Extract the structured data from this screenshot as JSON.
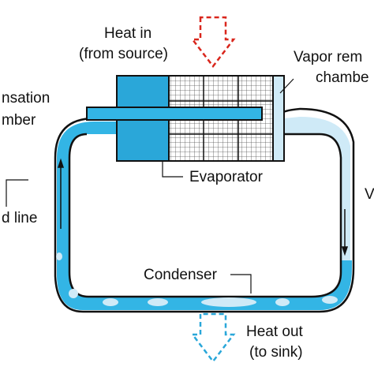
{
  "labels": {
    "heat_in_line1": "Heat in",
    "heat_in_line2": "(from source)",
    "vapor_line1": "Vapor rem",
    "vapor_line2": "chambe",
    "compensation_line1": "nsation",
    "compensation_line2": "mber",
    "evaporator": "Evaporator",
    "liquid_line": "d line",
    "vapor_line_side": "V",
    "condenser": "Condenser",
    "heat_out_line1": "Heat out",
    "heat_out_line2": "(to sink)"
  },
  "colors": {
    "heat_in_arrow": "#d9261c",
    "heat_out_arrow": "#2aa7d9",
    "liquid": "#33b5e5",
    "liquid_light": "#9edcf4",
    "vapor": "#cfeaf7",
    "chamber": "#2aa7d9",
    "wick_mesh": "#333333",
    "outline": "#111111"
  }
}
